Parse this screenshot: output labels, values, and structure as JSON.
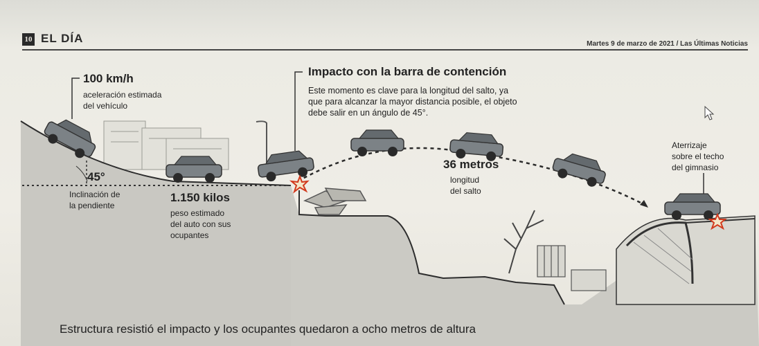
{
  "masthead": {
    "logo": "10",
    "title": "EL DÍA",
    "date_source": "Martes 9 de marzo de 2021 / Las Últimas Noticias"
  },
  "speed": {
    "value": "100 km/h",
    "desc_line1": "aceleración estimada",
    "desc_line2": "del vehículo"
  },
  "slope": {
    "angle": "45°",
    "desc_line1": "Inclinación de",
    "desc_line2": "la pendiente"
  },
  "weight": {
    "value": "1.150 kilos",
    "desc_line1": "peso estimado",
    "desc_line2": "del auto con sus",
    "desc_line3": "ocupantes"
  },
  "impact": {
    "title": "Impacto con la barra de contención",
    "desc_line1": "Este momento es clave para la longitud del salto, ya",
    "desc_line2": "que para alcanzar la mayor distancia posible, el objeto",
    "desc_line3": "debe salir en un ángulo de 45°."
  },
  "jump": {
    "value": "36 metros",
    "desc_line1": "longitud",
    "desc_line2": "del salto"
  },
  "landing": {
    "line1": "Aterrizaje",
    "line2": "sobre el techo",
    "line3": "del gimnasio"
  },
  "caption": "Estructura resistió el impacto y los ocupantes quedaron a ocho metros de altura",
  "colors": {
    "ink": "#222222",
    "impact_star": "#d23a1e",
    "ground": "#c9c8c2"
  }
}
